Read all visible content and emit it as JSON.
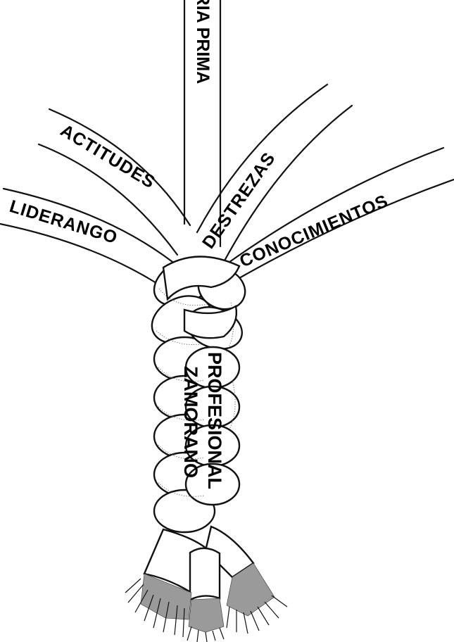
{
  "strands": {
    "top": "MATERIA PRIMA",
    "left_outer": "LIDERANGO",
    "left_inner": "ACTITUDES",
    "right_inner": "DESTREZAS",
    "right_outer": "CONOCIMIENTOS"
  },
  "braid": {
    "line1": "PROFESIONAL",
    "line2": "ZAMORANO"
  }
}
